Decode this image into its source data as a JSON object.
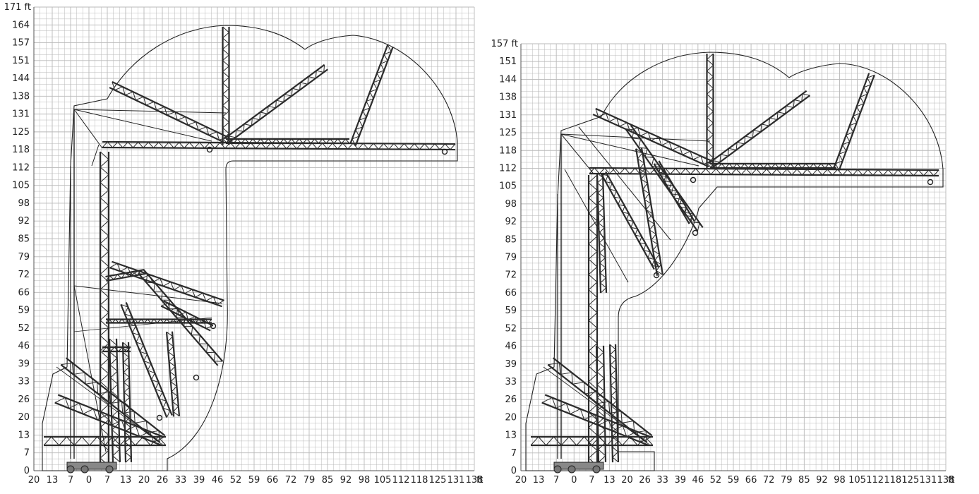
{
  "diagrams": [
    {
      "y_top_label": "171 ft",
      "y_ticks": [
        "164",
        "157",
        "151",
        "144",
        "138",
        "131",
        "125",
        "118",
        "112",
        "105",
        "98",
        "92",
        "85",
        "79",
        "72",
        "66",
        "59",
        "52",
        "46",
        "39",
        "33",
        "26",
        "20",
        "13",
        "7",
        "0"
      ],
      "x_ticks": [
        "20",
        "13",
        "7",
        "0",
        "7",
        "13",
        "20",
        "26",
        "33",
        "39",
        "46",
        "52",
        "59",
        "66",
        "72",
        "79",
        "85",
        "92",
        "98",
        "105",
        "112",
        "118",
        "125",
        "131",
        "138"
      ],
      "x_unit": "ft"
    },
    {
      "y_top_label": "157 ft",
      "y_ticks": [
        "151",
        "144",
        "138",
        "131",
        "125",
        "118",
        "112",
        "105",
        "98",
        "92",
        "85",
        "79",
        "72",
        "66",
        "59",
        "52",
        "46",
        "39",
        "33",
        "26",
        "20",
        "13",
        "7",
        "0"
      ],
      "x_ticks": [
        "20",
        "13",
        "7",
        "0",
        "7",
        "13",
        "20",
        "26",
        "33",
        "39",
        "46",
        "52",
        "59",
        "66",
        "72",
        "79",
        "85",
        "92",
        "98",
        "105",
        "112",
        "118",
        "125",
        "131",
        "138"
      ],
      "x_unit": "ft"
    }
  ],
  "colors": {
    "grid": "#b9b9b9",
    "line": "#222222",
    "boom": "#2b2b2b"
  }
}
